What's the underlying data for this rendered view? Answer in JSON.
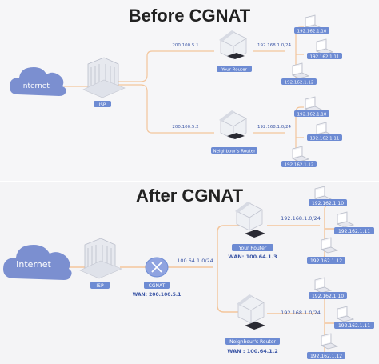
{
  "before": {
    "title": "Before CGNAT",
    "internet_label": "Internet",
    "isp_label": "ISP",
    "wan_top": "200.100.5.1",
    "wan_bottom": "200.100.5.2",
    "your_router": "Your Router",
    "neighbour_router": "Neighbour's Router",
    "subnet_top": "192.168.1.0/24",
    "subnet_bottom": "192.168.1.0/24",
    "devices_top": [
      "192.162.1.10",
      "192.162.1.11",
      "192.162.1.12"
    ],
    "devices_bottom": [
      "192.162.1.10",
      "192.162.1.11",
      "192.162.1.12"
    ]
  },
  "after": {
    "title": "After CGNAT",
    "internet_label": "Internet",
    "isp_label": "ISP",
    "cgnat_label": "CGNAT",
    "cgnat_wan": "WAN: 200.100.5.1",
    "shared_subnet": "100.64.1.0/24",
    "your_router": "Your Router",
    "your_router_wan": "WAN: 100.64.1.3",
    "neighbour_router": "Neighbour's Router",
    "neighbour_router_wan": "WAN : 100.64.1.2",
    "subnet_top": "192.168.1.0/24",
    "subnet_bottom": "192.168.1.0/24",
    "devices_top": [
      "192.162.1.10",
      "192.162.1.11",
      "192.162.1.12"
    ],
    "devices_bottom": [
      "192.162.1.10",
      "192.162.1.11",
      "192.162.1.12"
    ]
  },
  "colors": {
    "link_line": "#f3c59b",
    "pill_fill": "#6d8bd3",
    "cloud_fill": "#7b8fd0",
    "text_blue": "#3d57a6"
  }
}
